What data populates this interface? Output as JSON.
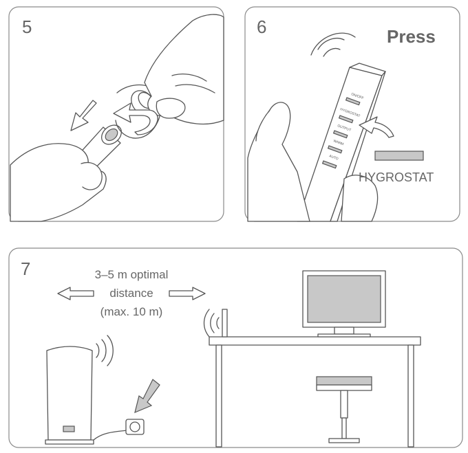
{
  "steps": {
    "step5": {
      "number": "5"
    },
    "step6": {
      "number": "6",
      "action": "Press",
      "button_label": "HYGROSTAT",
      "remote_buttons": [
        "ON/OFF",
        "HYGROSTAT",
        "OUTPUT",
        "WARM",
        "AUTO"
      ]
    },
    "step7": {
      "number": "7",
      "distance_line1": "3–5 m optimal",
      "distance_line2": "distance",
      "distance_line3": "(max. 10 m)"
    }
  },
  "colors": {
    "outline": "#555555",
    "panel_border": "#8a8a8a",
    "highlight_gray": "#c8c8c8",
    "text": "#666666"
  }
}
